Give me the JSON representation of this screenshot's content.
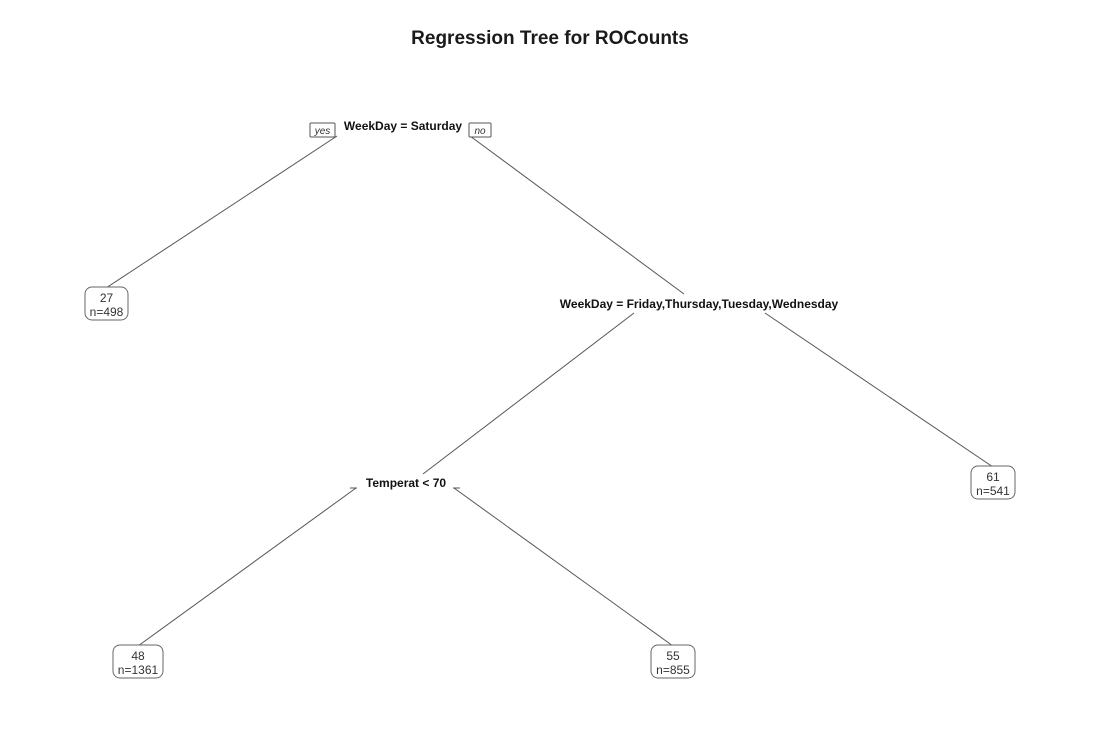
{
  "title": "Regression Tree for ROCounts",
  "branch_labels": {
    "yes": "yes",
    "no": "no"
  },
  "splits": [
    {
      "id": "root",
      "label": "WeekDay = Saturday"
    },
    {
      "id": "weekday-split",
      "label": "WeekDay = Friday,Thursday,Tuesday,Wednesday"
    },
    {
      "id": "temperature-split",
      "label": "Temperat < 70"
    }
  ],
  "leaves": [
    {
      "id": "leaf-saturday",
      "value": "27",
      "n": "n=498"
    },
    {
      "id": "leaf-other-days",
      "value": "61",
      "n": "n=541"
    },
    {
      "id": "leaf-low-temp",
      "value": "48",
      "n": "n=1361"
    },
    {
      "id": "leaf-high-temp",
      "value": "55",
      "n": "n=855"
    }
  ]
}
